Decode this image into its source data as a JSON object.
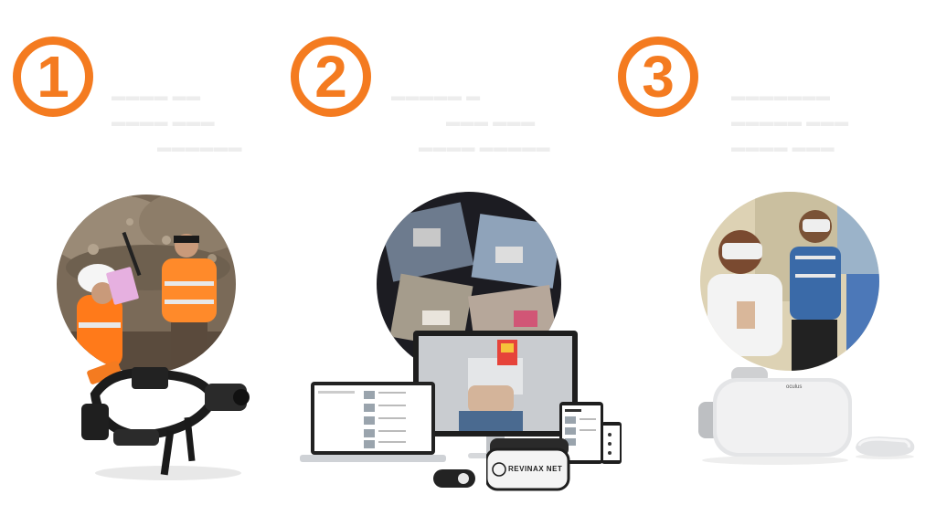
{
  "steps": [
    {
      "number": "1",
      "illustration": "field-workers-with-camera-headset"
    },
    {
      "number": "2",
      "illustration": "video-footage-on-devices"
    },
    {
      "number": "3",
      "illustration": "people-using-vr-headsets"
    }
  ],
  "devices": {
    "headset_brand": "REVINAX NET",
    "vr_brand": "oculus"
  },
  "colors": {
    "accent": "#f47b20"
  }
}
